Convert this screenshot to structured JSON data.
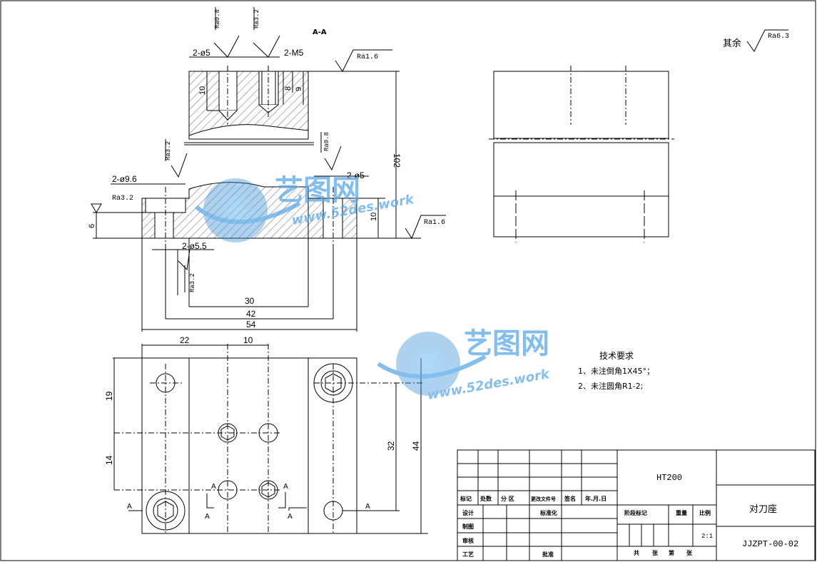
{
  "section_label": "A-A",
  "remaining_roughness": {
    "label": "其余",
    "value": "Ra6.3"
  },
  "roughness": {
    "top_left_1": "Ra0.8",
    "top_left_2": "Ra3.2",
    "top_right": "Ra1.6",
    "mid_left": "Ra3.2",
    "mid_center": "Ra0.8",
    "left_step": "Ra3.2",
    "bottom_right": "Ra1.6",
    "bottom_left": "Ra3.2"
  },
  "dimensions": {
    "hole_2_d5_top": "2-ø5",
    "thread_2_m5": "2-M5",
    "depth_10": "10",
    "depth_8": "8",
    "depth_9": "9",
    "height_102": "102",
    "hole_2_d9_6": "2-ø9.6",
    "hole_2_d5_mid": "2-ø5",
    "step_6": "6",
    "height_10": "10",
    "hole_2_d5_5": "2-ø5.5",
    "width_30": "30",
    "width_42": "42",
    "width_54": "54",
    "plan_22": "22",
    "plan_10": "10",
    "plan_19": "19",
    "plan_14": "14",
    "plan_32": "32",
    "plan_44": "44"
  },
  "section_marks": [
    "A",
    "A",
    "A",
    "A",
    "A",
    "A"
  ],
  "tech_requirements": {
    "title": "技术要求",
    "items": [
      "1、未注倒角1X45°；",
      "2、未注圆角R1-2;"
    ]
  },
  "watermark": {
    "brand": "艺图网",
    "url": "www.52des.work"
  },
  "title_block": {
    "material": "HT200",
    "part_name": "对刀座",
    "drawing_number": "JJZPT-00-02",
    "scale": "2:1",
    "header_labels": [
      "标记",
      "处数",
      "分 区",
      "更改文件号",
      "签名",
      "年.月.日"
    ],
    "row_labels": [
      "设计",
      "标准化",
      "制图",
      "审核",
      "工艺",
      "批准"
    ],
    "stage_label": "阶段标记",
    "weight_label": "重量",
    "scale_label": "比例",
    "sheet_labels": [
      "共",
      "张",
      "第",
      "张"
    ]
  },
  "colors": {
    "line": "#000000",
    "background": "#ffffff",
    "watermark": "#5aa9e6"
  }
}
